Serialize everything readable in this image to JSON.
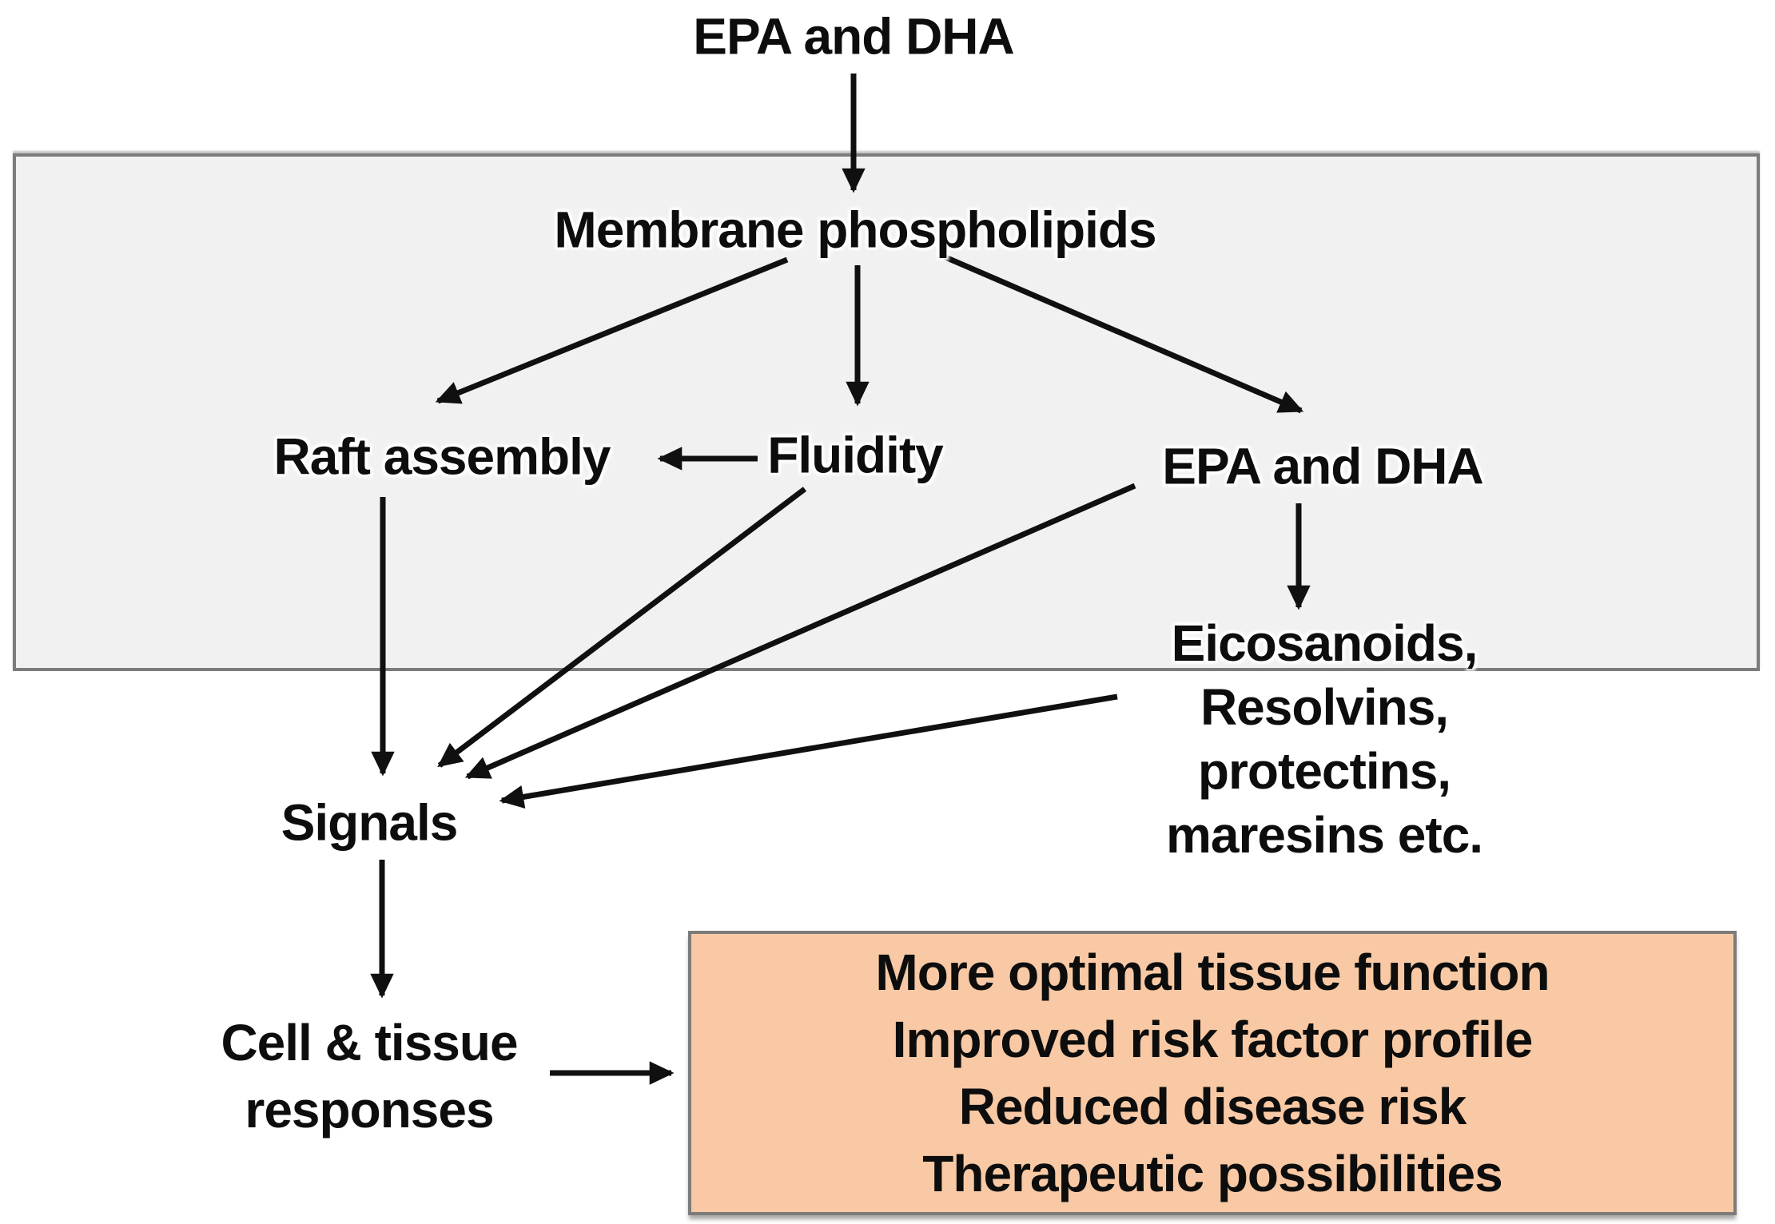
{
  "diagram": {
    "nodes": {
      "epa_dha_top": {
        "label": "EPA and DHA"
      },
      "membrane": {
        "label": "Membrane phospholipids"
      },
      "raft": {
        "label": "Raft assembly"
      },
      "fluidity": {
        "label": "Fluidity"
      },
      "epa_dha_membrane": {
        "label": "EPA and DHA"
      },
      "mediators": {
        "lines": [
          "Eicosanoids,",
          "Resolvins,",
          "protectins,",
          "maresins etc."
        ]
      },
      "signals": {
        "label": "Signals"
      },
      "cell_tissue": {
        "lines": [
          "Cell & tissue",
          "responses"
        ]
      },
      "outcomes": {
        "lines": [
          "More optimal tissue function",
          "Improved risk factor profile",
          "Reduced disease risk",
          "Therapeutic possibilities"
        ]
      }
    },
    "colors": {
      "background": "#ffffff",
      "membrane_band_fill": "#f1f1f1",
      "membrane_band_border": "#7c7c7c",
      "outcomes_fill": "#f8c9a4",
      "outcomes_border": "#7c7c7c",
      "arrow": "#101010",
      "text": "#0d0d0d"
    }
  }
}
